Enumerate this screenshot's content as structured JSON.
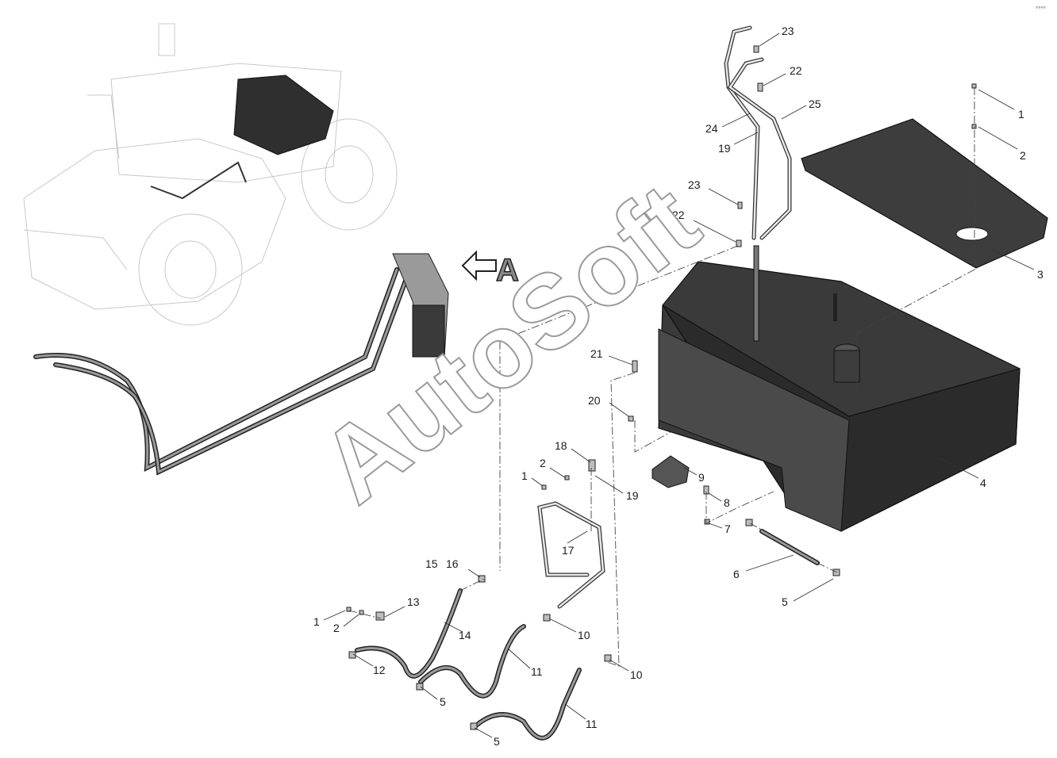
{
  "view_label": "A",
  "watermark": "AutoSoft",
  "corner_mark": "°°°°",
  "callouts": [
    {
      "id": "c23a",
      "text": "23"
    },
    {
      "id": "c22a",
      "text": "22"
    },
    {
      "id": "c25",
      "text": "25"
    },
    {
      "id": "c24",
      "text": "24"
    },
    {
      "id": "c19a",
      "text": "19"
    },
    {
      "id": "c23b",
      "text": "23"
    },
    {
      "id": "c22b",
      "text": "22"
    },
    {
      "id": "c1a",
      "text": "1"
    },
    {
      "id": "c2a",
      "text": "2"
    },
    {
      "id": "c3",
      "text": "3"
    },
    {
      "id": "c21",
      "text": "21"
    },
    {
      "id": "c20",
      "text": "20"
    },
    {
      "id": "c4",
      "text": "4"
    },
    {
      "id": "c18",
      "text": "18"
    },
    {
      "id": "c2b",
      "text": "2"
    },
    {
      "id": "c1b",
      "text": "1"
    },
    {
      "id": "c19b",
      "text": "19"
    },
    {
      "id": "c9",
      "text": "9"
    },
    {
      "id": "c8",
      "text": "8"
    },
    {
      "id": "c7",
      "text": "7"
    },
    {
      "id": "c17",
      "text": "17"
    },
    {
      "id": "c6",
      "text": "6"
    },
    {
      "id": "c15",
      "text": "15"
    },
    {
      "id": "c16",
      "text": "16"
    },
    {
      "id": "c13",
      "text": "13"
    },
    {
      "id": "c1c",
      "text": "1"
    },
    {
      "id": "c2c",
      "text": "2"
    },
    {
      "id": "c14",
      "text": "14"
    },
    {
      "id": "c10a",
      "text": "10"
    },
    {
      "id": "c5a",
      "text": "5"
    },
    {
      "id": "c12",
      "text": "12"
    },
    {
      "id": "c11a",
      "text": "11"
    },
    {
      "id": "c10b",
      "text": "10"
    },
    {
      "id": "c5b",
      "text": "5"
    },
    {
      "id": "c11b",
      "text": "11"
    },
    {
      "id": "c5c",
      "text": "5"
    }
  ]
}
